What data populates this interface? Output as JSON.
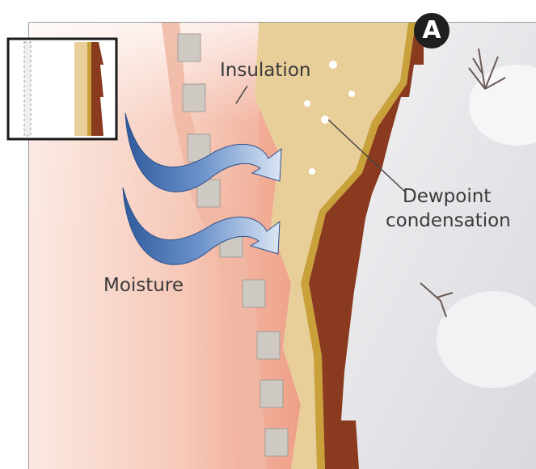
{
  "labels": {
    "insulation": "Insulation",
    "dewpoint_line1": "Dewpoint",
    "dewpoint_line2": "condensation",
    "moisture": "Moisture"
  },
  "badge": {
    "letter": "A"
  },
  "colors": {
    "interior_warm": "#f3b8a6",
    "insulation": "#e8cf9a",
    "siding": "#8a3a1e",
    "sheathing": "#c9a13a",
    "arrow": "#3a66a8",
    "snow": "#e9e9ec"
  }
}
